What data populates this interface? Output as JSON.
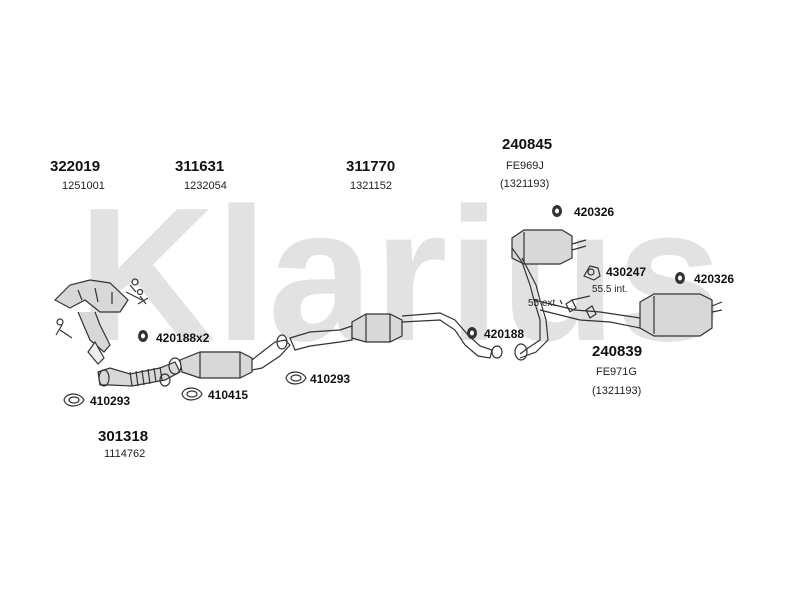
{
  "brand_watermark": "Klarius",
  "parts": {
    "p322019": {
      "code": "322019",
      "ref": "1251001"
    },
    "p311631": {
      "code": "311631",
      "ref": "1232054"
    },
    "p311770": {
      "code": "311770",
      "ref": "1321152"
    },
    "p240845": {
      "code": "240845",
      "ref": "FE969J",
      "ref2": "(1321193)"
    },
    "p240839": {
      "code": "240839",
      "ref": "FE971G",
      "ref2": "(1321193)"
    },
    "p301318": {
      "code": "301318",
      "ref": "1114762"
    }
  },
  "fittings": {
    "f420326a": "420326",
    "f420326b": "420326",
    "f430247": "430247",
    "f420188x2": "420188x2",
    "f420188": "420188",
    "f410293a": "410293",
    "f410293b": "410293",
    "f410415": "410415"
  },
  "notes": {
    "int": "55.5 int.",
    "ext": "55 ext."
  },
  "colors": {
    "watermark": "#e2e2e2",
    "line": "#333333",
    "part_fill": "#d8d8d8"
  }
}
